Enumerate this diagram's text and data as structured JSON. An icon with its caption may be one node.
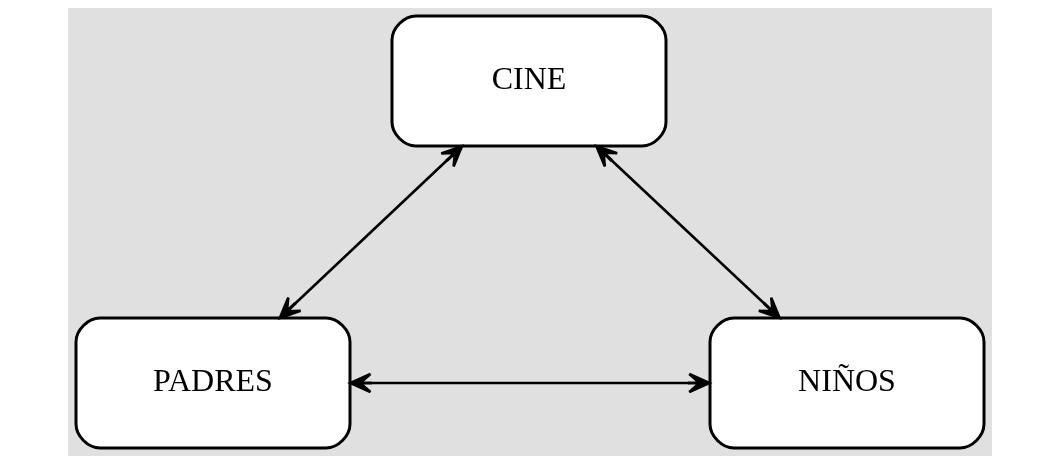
{
  "diagram": {
    "nodes": [
      {
        "text": [
          "CINE"
        ]
      },
      {
        "text": [
          "NIÑOS"
        ]
      },
      {
        "text": [
          "PADRES"
        ]
      }
    ],
    "edges": [
      {
        "from": 1,
        "to": 0,
        "arrow": "both"
      },
      {
        "from": 0,
        "to": 2,
        "arrow": "both"
      },
      {
        "from": 1,
        "to": 2,
        "arrow": "both"
      }
    ]
  }
}
